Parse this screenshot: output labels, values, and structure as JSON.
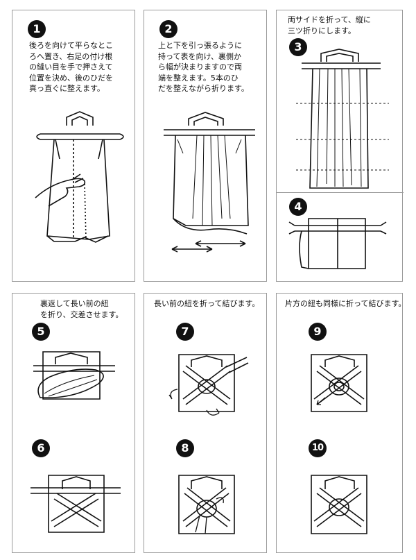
{
  "steps": [
    {
      "num": "1",
      "text": "後ろを向けて平らなとこ\nろへ置き、右足の付け根\nの縫い目を手で押さえて\n位置を決め、後のひだを\n真っ直ぐに整えます。"
    },
    {
      "num": "2",
      "text": "上と下を引っ張るように\n持って表を向け、裏側か\nら幅が決まりますので両\n端を整えます。5本のひ\nだを整えながら折ります。"
    },
    {
      "num": "3",
      "text": "両サイドを折って、縦に\n三ツ折りにします。"
    },
    {
      "num": "4",
      "text": ""
    },
    {
      "num": "5",
      "text": "裏返して長い前の紐\nを折り、交差させます。"
    },
    {
      "num": "6",
      "text": ""
    },
    {
      "num": "7",
      "text": "長い前の紐を折って結びます。"
    },
    {
      "num": "8",
      "text": ""
    },
    {
      "num": "9",
      "text": "片方の紐も同様に折って結びます。"
    },
    {
      "num": "10",
      "text": ""
    }
  ]
}
